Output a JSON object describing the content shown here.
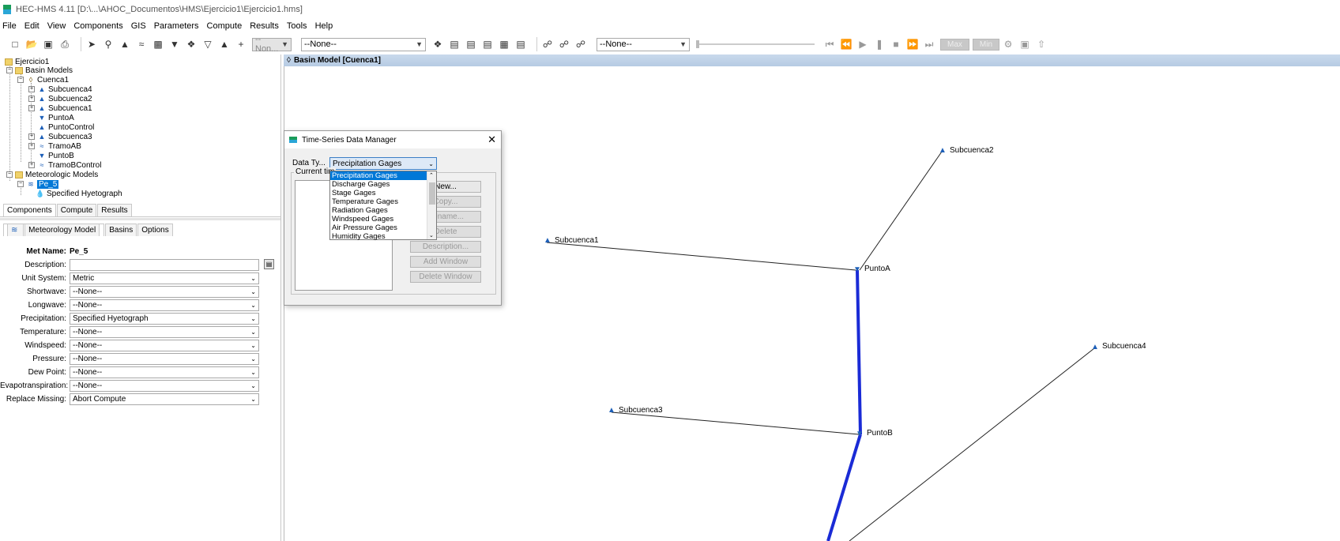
{
  "window": {
    "title": "HEC-HMS 4.11 [D:\\...\\AHOC_Documentos\\HMS\\Ejercicio1\\Ejercicio1.hms]"
  },
  "menu": [
    "File",
    "Edit",
    "View",
    "Components",
    "GIS",
    "Parameters",
    "Compute",
    "Results",
    "Tools",
    "Help"
  ],
  "toolbar": {
    "combo1": "--Non...",
    "combo2": "--None--",
    "combo3": "--None--",
    "max_label": "Max",
    "min_label": "Min"
  },
  "tree": {
    "root": "Ejercicio1",
    "basin_models": "Basin Models",
    "basin": "Cuenca1",
    "basin_items": [
      "Subcuenca4",
      "Subcuenca2",
      "Subcuenca1",
      "PuntoA",
      "PuntoControl",
      "Subcuenca3",
      "TramoAB",
      "PuntoB",
      "TramoBControl"
    ],
    "met_models": "Meteorologic Models",
    "met": "Pe_5",
    "met_item": "Specified Hyetograph"
  },
  "left_tabs": [
    "Components",
    "Compute",
    "Results"
  ],
  "prop_tabs": [
    "Meteorology Model",
    "Basins",
    "Options"
  ],
  "properties": {
    "met_name_label": "Met Name:",
    "met_name": "Pe_5",
    "rows": [
      {
        "label": "Description:",
        "value": ""
      },
      {
        "label": "Unit System:",
        "value": "Metric"
      },
      {
        "label": "Shortwave:",
        "value": "--None--"
      },
      {
        "label": "Longwave:",
        "value": "--None--"
      },
      {
        "label": "Precipitation:",
        "value": "Specified Hyetograph"
      },
      {
        "label": "Temperature:",
        "value": "--None--"
      },
      {
        "label": "Windspeed:",
        "value": "--None--"
      },
      {
        "label": "Pressure:",
        "value": "--None--"
      },
      {
        "label": "Dew Point:",
        "value": "--None--"
      },
      {
        "label": "Evapotranspiration:",
        "value": "--None--"
      },
      {
        "label": "Replace Missing:",
        "value": "Abort Compute"
      }
    ]
  },
  "main": {
    "title": "Basin Model [Cuenca1]"
  },
  "nodes": {
    "subcuenca2": "Subcuenca2",
    "subcuenca1": "Subcuenca1",
    "puntoA": "PuntoA",
    "subcuenca4": "Subcuenca4",
    "subcuenca3": "Subcuenca3",
    "puntoB": "PuntoB"
  },
  "dialog": {
    "title": "Time-Series Data Manager",
    "data_type_label": "Data Ty...",
    "data_type_value": "Precipitation Gages",
    "current_label": "Current tim",
    "options": [
      "Precipitation Gages",
      "Discharge Gages",
      "Stage Gages",
      "Temperature Gages",
      "Radiation Gages",
      "Windspeed Gages",
      "Air Pressure Gages",
      "Humidity Gages"
    ],
    "buttons": [
      "New...",
      "Copy...",
      "Rename...",
      "Delete",
      "Description...",
      "Add Window",
      "Delete Window"
    ]
  }
}
